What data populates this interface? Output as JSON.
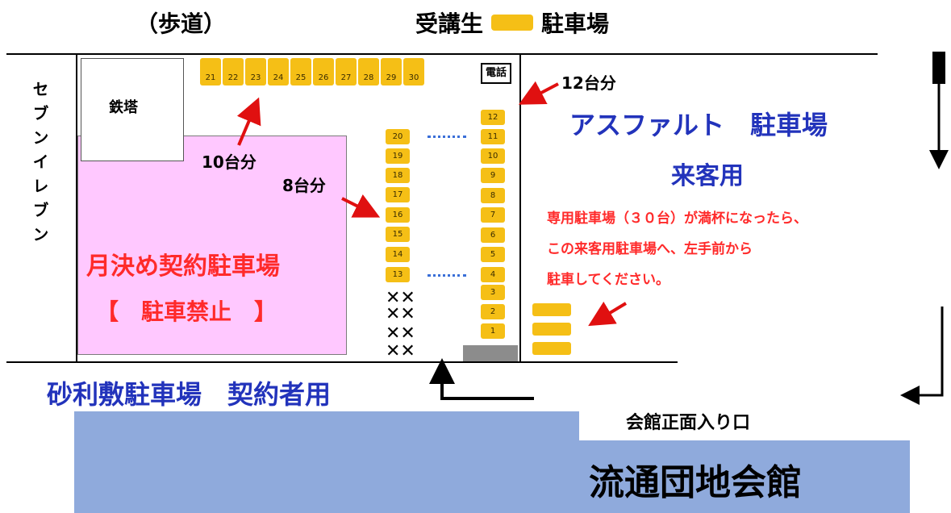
{
  "sidewalk_label": "（歩道）",
  "legend": {
    "label_left": "受講生",
    "label_right": "駐車場",
    "swatch_color": "#f5bf16"
  },
  "store_name": "セブンイレブン",
  "tower_label": "鉄塔",
  "phone_label": "電話",
  "monthly": {
    "line1": "月決め契約駐車場",
    "line2": "【　駐車禁止　】",
    "bg": "#ffc8ff",
    "text_color": "#ff2a2a"
  },
  "gravel_lot_label": "砂利敷駐車場　契約者用",
  "counts": {
    "top_row": "10台分",
    "middle_column": "8台分",
    "right_column": "12台分"
  },
  "top_row_slots": [
    "21",
    "22",
    "23",
    "24",
    "25",
    "26",
    "27",
    "28",
    "29",
    "30"
  ],
  "left_column_slots": [
    "20",
    "19",
    "18",
    "17",
    "16",
    "15",
    "14",
    "13"
  ],
  "right_column_slots": [
    "12",
    "11",
    "10",
    "9",
    "8",
    "7",
    "6",
    "5",
    "4",
    "3",
    "2",
    "1"
  ],
  "asphalt_title": "アスファルト　駐車場",
  "guest_label": "来客用",
  "notice_lines": [
    "専用駐車場（３０台）が満杯になったら、",
    "この来客用駐車場へ、左手前から",
    "駐車してください。"
  ],
  "entrance_label": "会館正面入り口",
  "hall_name": "流通団地会館",
  "colors": {
    "slot": "#f5bf16",
    "blue_text": "#2233bb",
    "red": "#ff2a2a",
    "hall_bg": "#8faadc"
  }
}
